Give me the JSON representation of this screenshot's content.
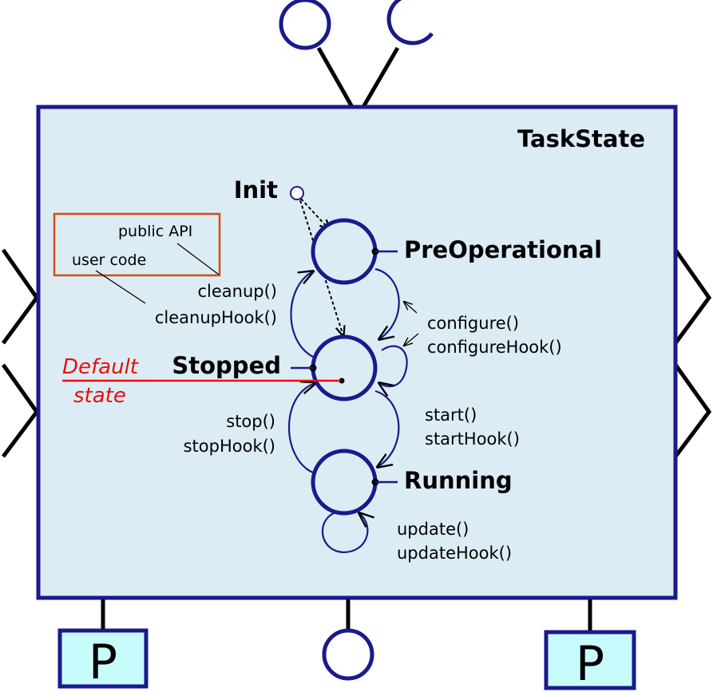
{
  "component": {
    "title": "TaskState"
  },
  "states": {
    "init": "Init",
    "preoperational": "PreOperational",
    "stopped": "Stopped",
    "running": "Running"
  },
  "legend": {
    "public_api": "public API",
    "user_code": "user code"
  },
  "transitions": {
    "cleanup": "cleanup()",
    "cleanup_hook": "cleanupHook()",
    "configure": "configure()",
    "configure_hook": "configureHook()",
    "start": "start()",
    "start_hook": "startHook()",
    "stop": "stop()",
    "stop_hook": "stopHook()",
    "update": "update()",
    "update_hook": "updateHook()"
  },
  "default_state": {
    "line1": "Default",
    "line2": "state"
  },
  "ports": {
    "left_port": "P",
    "right_port": "P"
  },
  "colors": {
    "frame": "#1a1a8c",
    "fill": "#dcecf4",
    "port_fill": "#c8fcfc",
    "accent": "#e8100c",
    "legend_border": "#d94a12"
  }
}
